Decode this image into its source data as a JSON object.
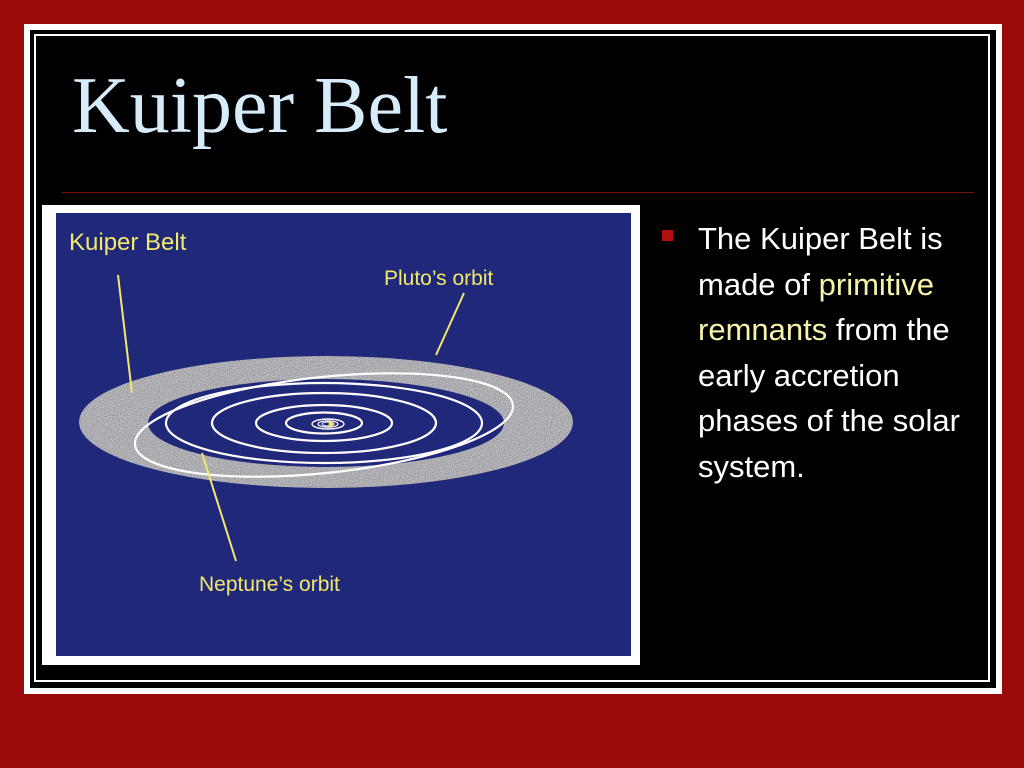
{
  "slide": {
    "title": "Kuiper Belt",
    "bullet": {
      "parts": [
        {
          "text": "The Kuiper Belt is made of ",
          "highlight": false
        },
        {
          "text": "primitive remnants",
          "highlight": true
        },
        {
          "text": " from the early accretion phases of the solar system.",
          "highlight": false
        }
      ]
    }
  },
  "diagram": {
    "label_kuiper": "Kuiper Belt",
    "label_pluto": "Pluto’s orbit",
    "label_neptune": "Neptune’s orbit"
  },
  "colors": {
    "background": "#9b0a0a",
    "slide": "#000000",
    "title": "#d6ecfb",
    "highlight": "#f6f3a8",
    "bullet": "#b31010",
    "diagram_bg": "#20287a",
    "label": "#f2e86a"
  }
}
